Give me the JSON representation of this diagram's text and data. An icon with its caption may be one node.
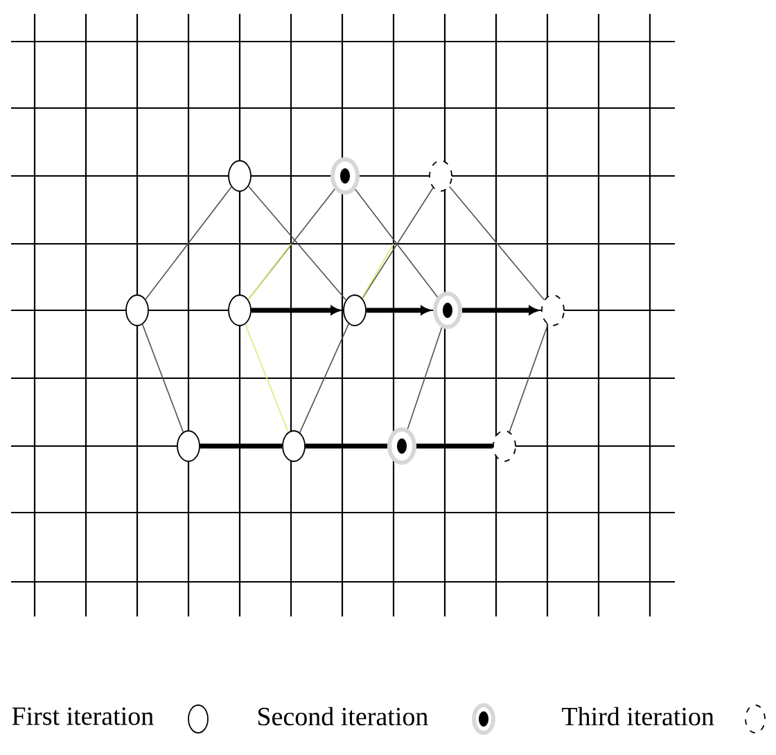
{
  "diagram": {
    "nodes": [
      {
        "text": [],
        "shape": "circle"
      },
      {
        "text": [],
        "shape": "dot"
      },
      {
        "text": [],
        "shape": "dashed"
      },
      {
        "text": [],
        "shape": "circle"
      },
      {
        "text": [],
        "shape": "circle"
      },
      {
        "text": [],
        "shape": "circle"
      },
      {
        "text": [],
        "shape": "dot"
      },
      {
        "text": [],
        "shape": "dashed"
      },
      {
        "text": [],
        "shape": "circle"
      },
      {
        "text": [],
        "shape": "circle"
      },
      {
        "text": [],
        "shape": "dot"
      },
      {
        "text": [],
        "shape": "dashed"
      }
    ],
    "edges": [
      {
        "from": 3,
        "to": 0,
        "arrow": "none"
      },
      {
        "from": 3,
        "to": 8,
        "arrow": "none"
      },
      {
        "from": 0,
        "to": 5,
        "arrow": "none"
      },
      {
        "from": 1,
        "to": 4,
        "arrow": "none"
      },
      {
        "from": 1,
        "to": 6,
        "arrow": "none"
      },
      {
        "from": 2,
        "to": 5,
        "arrow": "none"
      },
      {
        "from": 2,
        "to": 7,
        "arrow": "none"
      },
      {
        "from": 4,
        "to": 5,
        "arrow": "to",
        "style": "thick",
        "color": "#000000"
      },
      {
        "from": 5,
        "to": 6,
        "arrow": "to",
        "style": "thick",
        "color": "#000000"
      },
      {
        "from": 6,
        "to": 7,
        "arrow": "to",
        "style": "thick",
        "color": "#000000"
      },
      {
        "from": 4,
        "to": 9,
        "arrow": "none",
        "color": "#e6e67a"
      },
      {
        "from": 9,
        "to": 5,
        "arrow": "none"
      },
      {
        "from": 8,
        "to": 9,
        "arrow": "none",
        "style": "thick",
        "color": "#000000"
      },
      {
        "from": 9,
        "to": 10,
        "arrow": "none",
        "style": "thick",
        "color": "#000000"
      },
      {
        "from": 10,
        "to": 11,
        "arrow": "none",
        "style": "thick",
        "color": "#000000"
      },
      {
        "from": 6,
        "to": 10,
        "arrow": "none"
      },
      {
        "from": 7,
        "to": 11,
        "arrow": "none"
      }
    ],
    "legend": [
      {
        "text": "First iteration"
      },
      {
        "text": "Second iteration"
      },
      {
        "text": "Third iteration"
      }
    ]
  }
}
